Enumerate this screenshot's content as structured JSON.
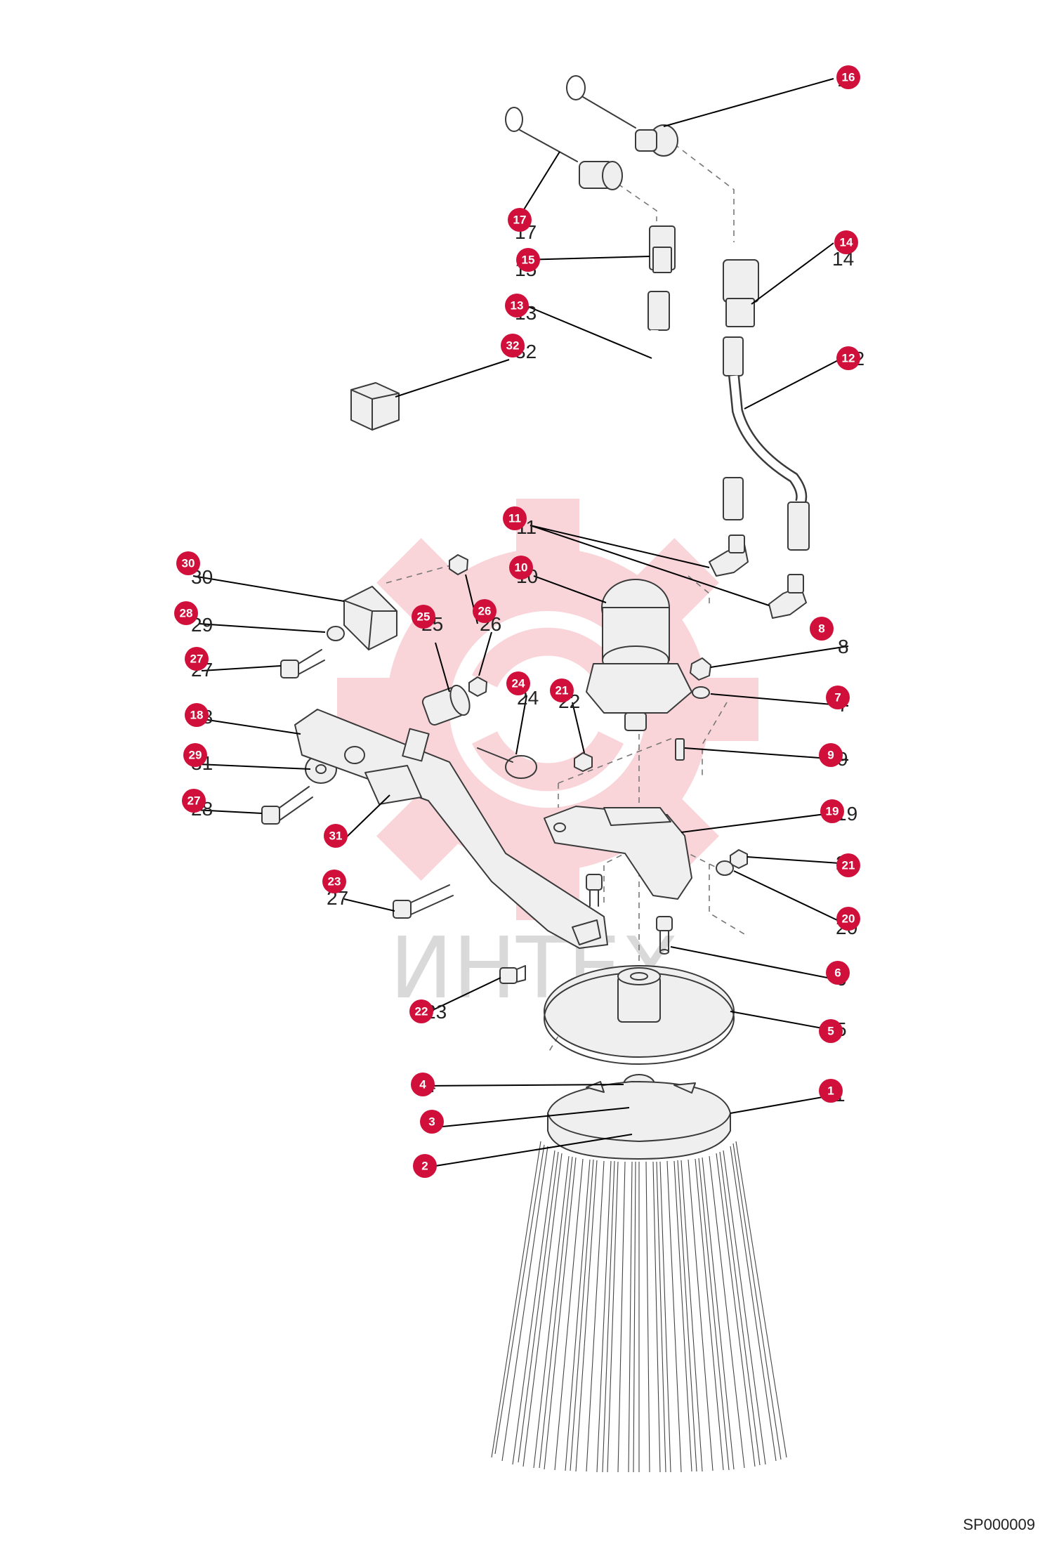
{
  "drawing_code": "SP000009",
  "watermark_text": "ИНТЕХ",
  "callouts": [
    "1",
    "2",
    "3",
    "4",
    "5",
    "6",
    "7",
    "8",
    "9",
    "10",
    "11",
    "12",
    "13",
    "14",
    "15",
    "16",
    "17",
    "18",
    "19",
    "20",
    "21",
    "21",
    "22",
    "23",
    "24",
    "25",
    "26",
    "27",
    "27",
    "28",
    "29",
    "30",
    "31",
    "32"
  ],
  "colors": {
    "bubble": "#d0103a",
    "watermark": "#f2b6be",
    "line": "#3a3a3a"
  }
}
